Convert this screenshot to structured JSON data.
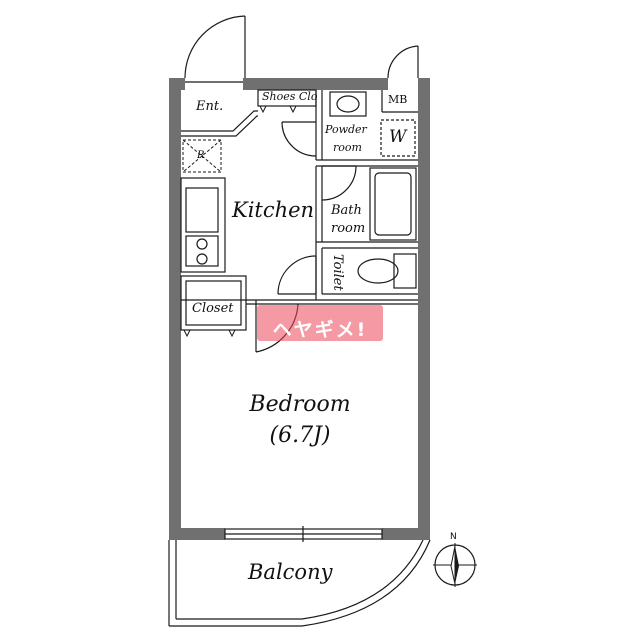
{
  "rooms": {
    "entrance": "Ent.",
    "shoes_closet": "Shoes Clo",
    "mb": "MB",
    "powder_room_line1": "Powder",
    "powder_room_line2": "room",
    "washer": "W",
    "refrigerator": "R",
    "kitchen": "Kitchen",
    "bathroom_line1": "Bath",
    "bathroom_line2": "room",
    "toilet": "Toilet",
    "closet": "Closet",
    "bedroom": "Bedroom",
    "bedroom_size": "(6.7J)",
    "balcony": "Balcony"
  },
  "compass": {
    "north_label": "N"
  },
  "watermark": {
    "main": "ヘヤギメ!",
    "top": ""
  },
  "colors": {
    "wall": "#707070",
    "line": "#1a1a1a",
    "watermark": "#ec465a"
  }
}
